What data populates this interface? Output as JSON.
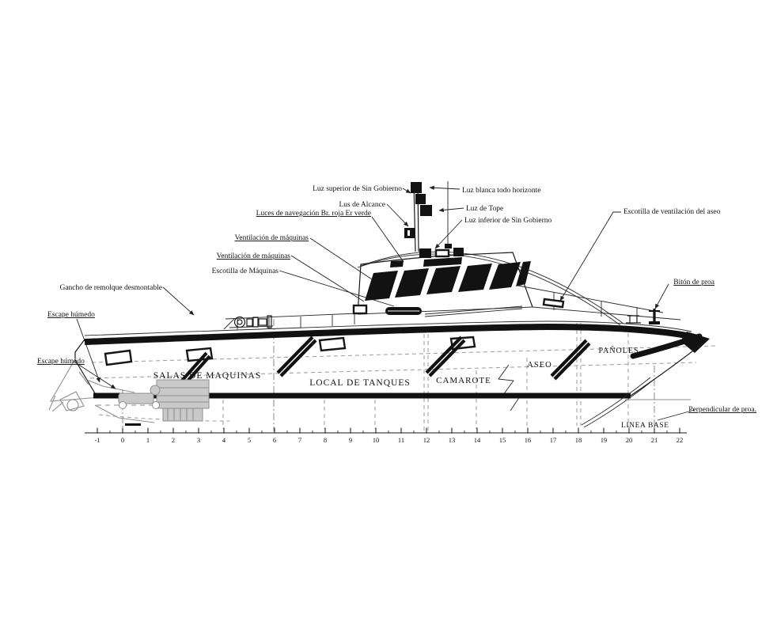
{
  "callouts": {
    "luz_superior_sin_gobierno": "Luz superior de Sin Gobierno",
    "luz_blanca_todo_horizonte": "Luz blanca todo horizonte",
    "lus_de_alcance": "Lus de Alcance",
    "luz_de_tope": "Luz de Tope",
    "luces_navegacion": "Luces de navegación Br. roja Er verde",
    "luz_inferior_sin_gobierno": "Luz inferior de Sin Gobierno",
    "escotilla_ventilacion_aseo": "Escotilla de ventilación del aseo",
    "ventilacion_maquinas_1": "Ventilación de máquinas",
    "ventilacion_maquinas_2": "Ventilación de máquinas",
    "escotilla_maquinas": "Escotilla de Máquinas",
    "gancho_remolque": "Gancho de remolque desmontable",
    "escape_humedo_1": "Escape húmedo",
    "escape_humedo_2": "Escape húmedo",
    "biton_proa": "Bitón de proa",
    "perpendicular_proa": "Perpendicular de proa."
  },
  "compartments": {
    "salas_maquinas": "SALAS DE MAQUINAS",
    "local_tanques": "LOCAL DE TANQUES",
    "camarote": "CAMAROTE",
    "aseo": "ASEO",
    "panoles": "PAÑOLES"
  },
  "baseline_label": "LINEA BASE",
  "ruler": {
    "ticks": [
      "-1",
      "0",
      "1",
      "2",
      "3",
      "4",
      "5",
      "6",
      "7",
      "8",
      "9",
      "10",
      "11",
      "12",
      "13",
      "14",
      "15",
      "16",
      "17",
      "18",
      "19",
      "20",
      "21",
      "22"
    ]
  },
  "colors": {
    "line": "#1a1a1a",
    "machinery_gray": "#8f8f8f",
    "background": "#ffffff"
  }
}
